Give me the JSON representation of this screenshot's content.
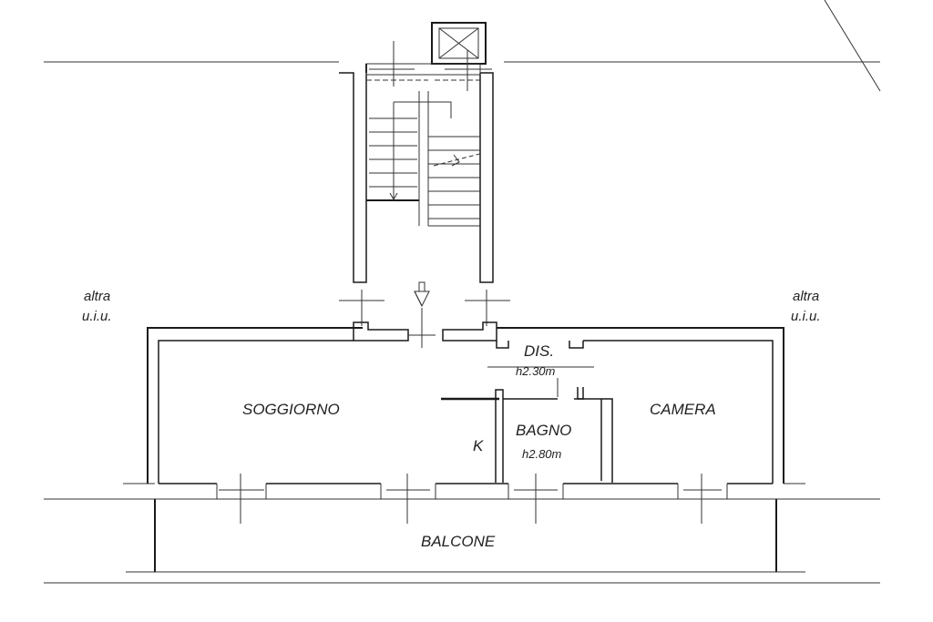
{
  "plan": {
    "rooms": {
      "soggiorno": "SOGGIORNO",
      "camera": "CAMERA",
      "bagno": "BAGNO",
      "dis": "DIS.",
      "balcone": "BALCONE",
      "kitchen": "K"
    },
    "heights": {
      "dis": "h2.30m",
      "bagno": "h2.80m"
    },
    "neighbors": {
      "left_line1": "altra",
      "left_line2": "u.i.u.",
      "right_line1": "altra",
      "right_line2": "u.i.u."
    }
  }
}
